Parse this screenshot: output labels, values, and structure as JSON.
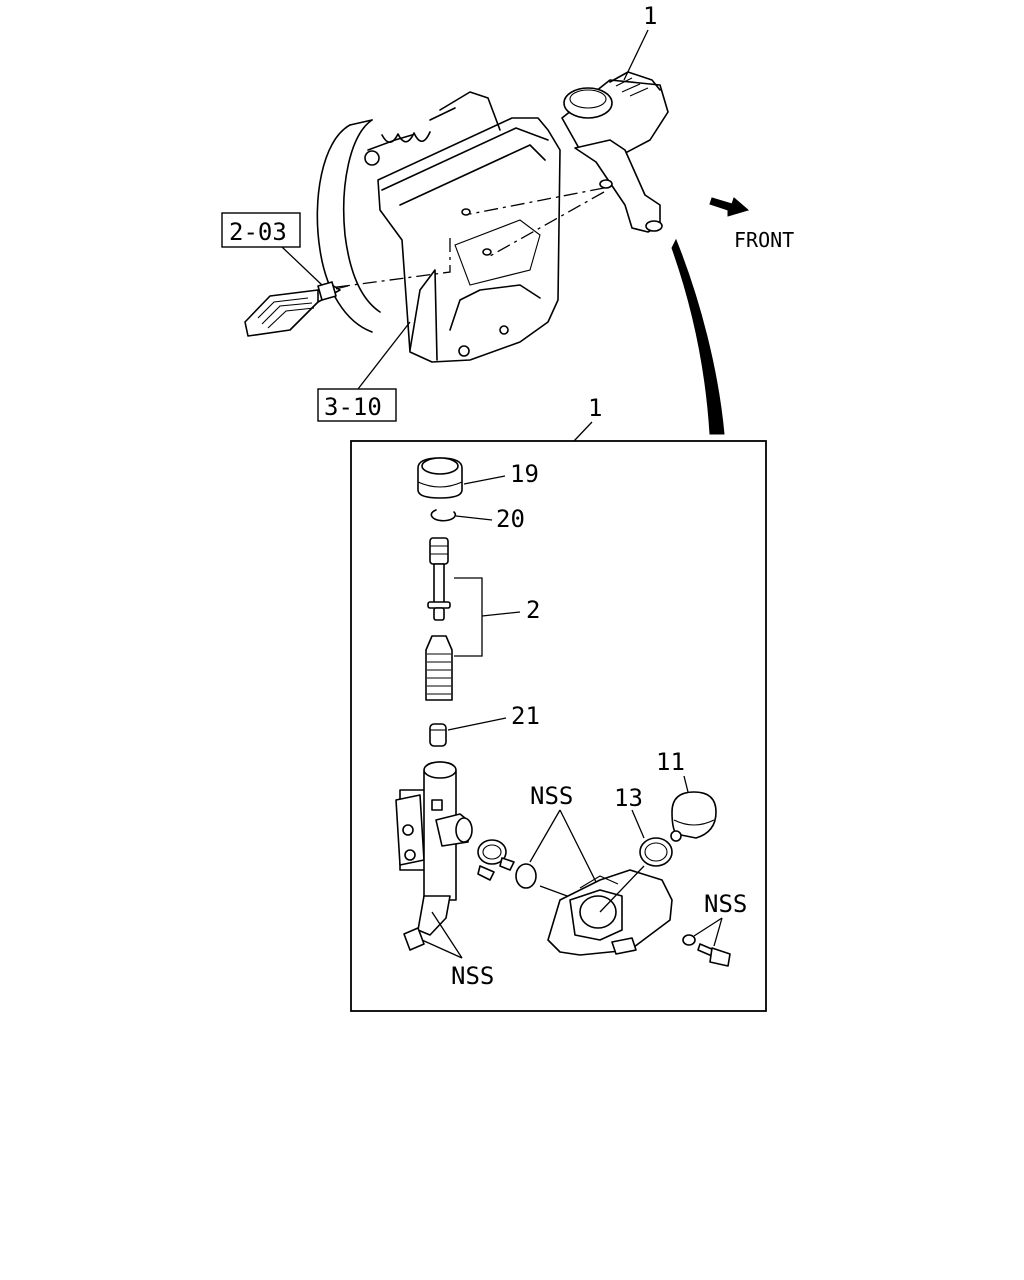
{
  "callouts": {
    "ref_2_03": "2-03",
    "ref_3_10": "3-10",
    "assembly_top": "1",
    "assembly_box": "1",
    "front": "FRONT"
  },
  "parts": {
    "p19": "19",
    "p20": "20",
    "p2": "2",
    "p21": "21",
    "p11": "11",
    "p13": "13",
    "nss_top": "NSS",
    "nss_right": "NSS",
    "nss_bottom": "NSS"
  }
}
